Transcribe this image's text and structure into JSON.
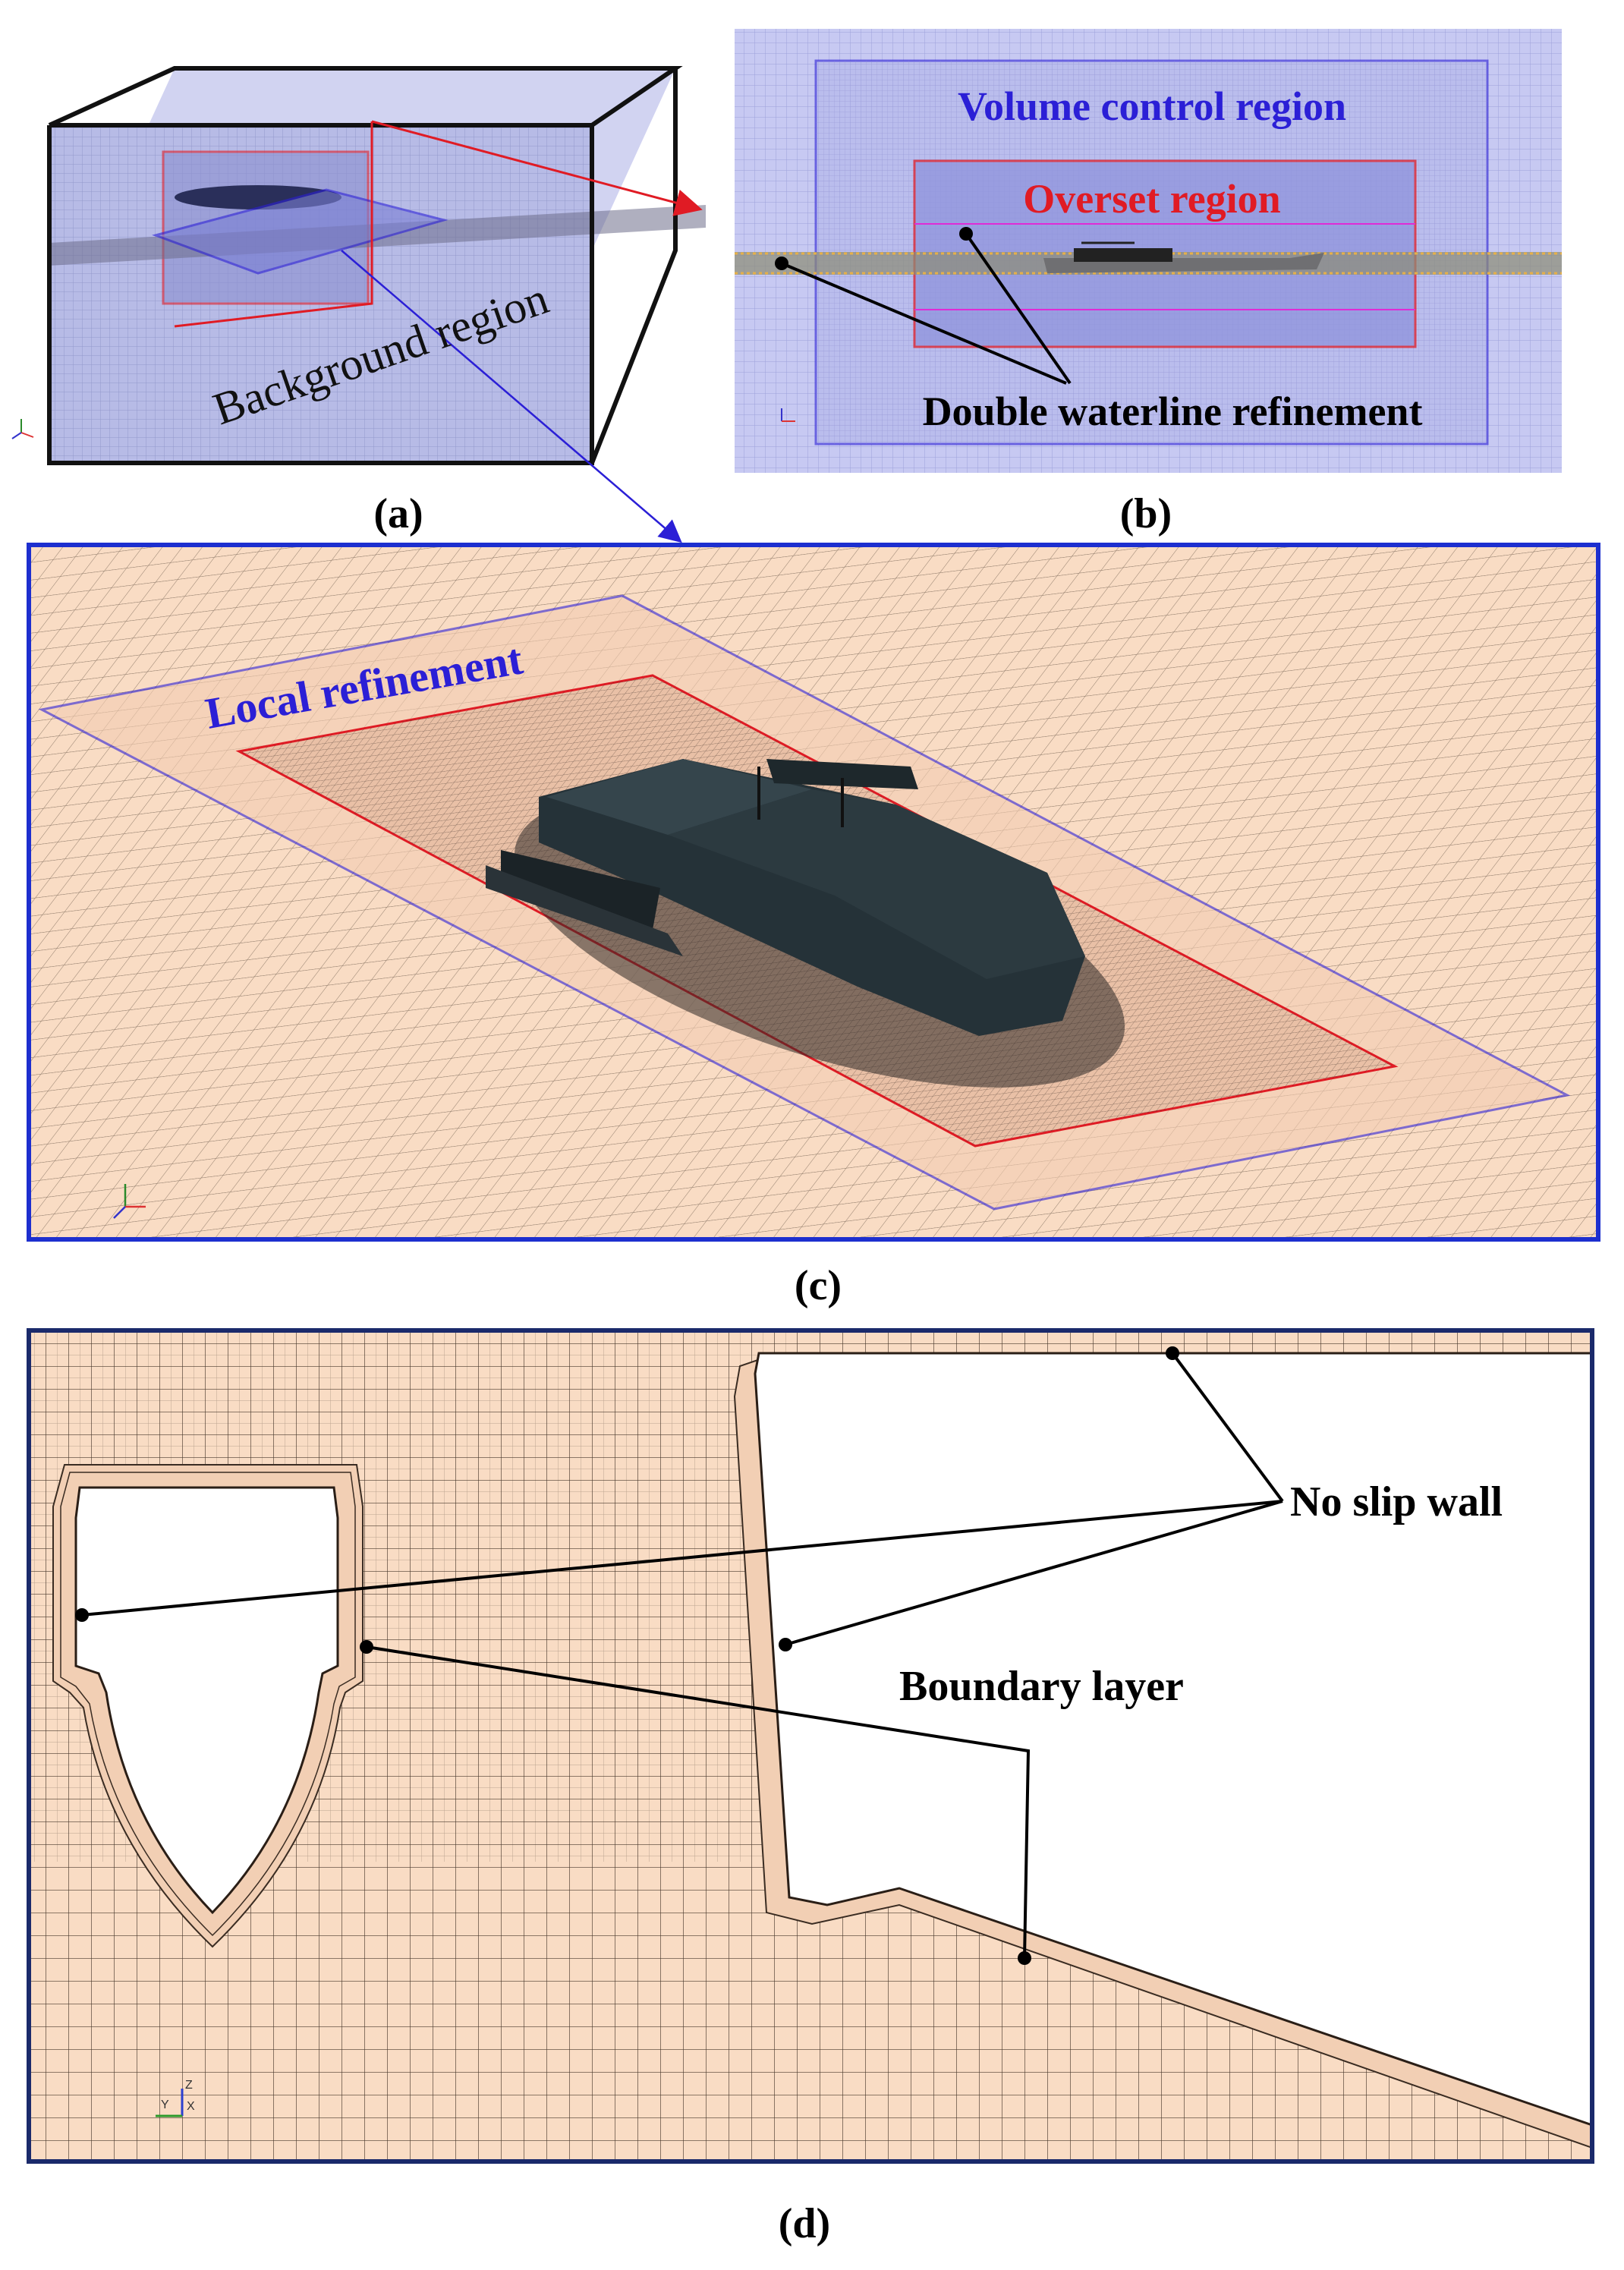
{
  "panel_a": {
    "background_label": "Background region",
    "caption": "(a)"
  },
  "panel_b": {
    "volume_control_label": "Volume control region",
    "overset_label": "Overset region",
    "waterline_label": "Double waterline refinement",
    "caption": "(b)"
  },
  "panel_c": {
    "local_refinement_label": "Local refinement",
    "caption": "(c)"
  },
  "panel_d": {
    "no_slip_label": "No slip wall",
    "boundary_layer_label": "Boundary layer",
    "axis_y": "Y",
    "axis_z": "Z",
    "axis_x": "X",
    "caption": "(d)"
  },
  "colors": {
    "mesh_fill": "#f9dcc4",
    "mesh_line": "#6b5a4c",
    "volume_control": "#2b1fd6",
    "overset": "#e01b24",
    "water_band": "#e6b04a",
    "frame": "#1b2a6b"
  }
}
